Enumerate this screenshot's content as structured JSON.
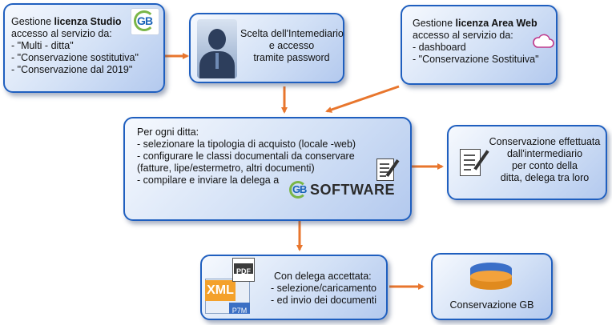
{
  "box_studio": {
    "title_prefix": "Gestione ",
    "title_bold": "licenza Studio",
    "lines": [
      "accesso al servizio da:",
      "- \"Multi - ditta\"",
      "- \"Conservazione sostitutiva\"",
      "- \"Conservazione dal 2019\""
    ]
  },
  "box_intermediario": {
    "lines": [
      "Scelta dell'Intemediario",
      "e accesso",
      "tramite password"
    ]
  },
  "box_areaweb": {
    "title_prefix": "Gestione ",
    "title_bold": "licenza Area Web",
    "lines": [
      "accesso al servizio da:",
      "- dashboard",
      "- \"Conservazione Sostituiva\""
    ]
  },
  "box_ditta": {
    "lines": [
      "Per ogni ditta:",
      "- selezionare la tipologia di acquisto (locale -web)",
      "- configurare le classi documentali da conservare",
      "(fatture, lipe/estermetro, altri documenti)"
    ],
    "last_line": "- compilare e inviare la delega a",
    "logo_word": "SOFTWARE"
  },
  "box_intermediario_cons": {
    "lines": [
      "Conservazione effettuata",
      "dall'intermediario",
      "per conto della",
      "ditta, delega tra loro"
    ]
  },
  "box_delega": {
    "lines": [
      "Con delega accettata:",
      "- selezione/caricamento",
      "-  ed invio dei documenti"
    ],
    "badge_pdf": "PDF",
    "badge_xml": "XML",
    "badge_p7m": "P7M"
  },
  "box_gb": {
    "label": "Conservazione GB"
  },
  "logo_gb": {
    "g": "G",
    "b": "B"
  },
  "colors": {
    "border": "#1f5fbf",
    "arrow": "#e8762d",
    "gb_green": "#7ab648",
    "gb_blue": "#1a63b8"
  }
}
